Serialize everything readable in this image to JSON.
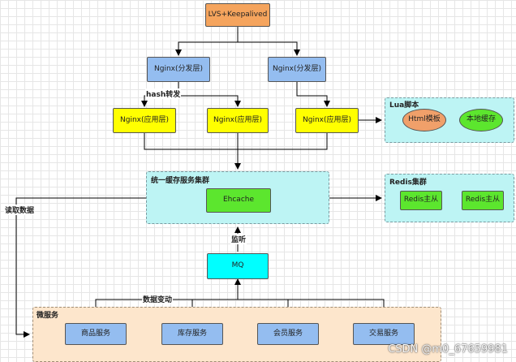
{
  "diagram": {
    "nodes": {
      "lvs": "LVS+Keepalived",
      "nginx_dist_1": "Nginx(分发层)",
      "nginx_dist_2": "Nginx(分发层)",
      "nginx_app_1": "Nginx(应用层)",
      "nginx_app_2": "Nginx(应用层)",
      "nginx_app_3": "Nginx(应用层)",
      "html_template": "Html模板",
      "local_cache": "本地缓存",
      "ehcache": "Ehcache",
      "redis_1": "Redis主从",
      "redis_2": "Redis主从",
      "mq": "MQ",
      "svc_product": "商品服务",
      "svc_inventory": "库存服务",
      "svc_member": "会员服务",
      "svc_trade": "交易服务"
    },
    "groups": {
      "lua": "Lua脚本",
      "cache_service": "统一缓存服务集群",
      "redis": "Redis集群",
      "microservices": "微服务"
    },
    "edges": {
      "hash": "hash转发",
      "listen": "监听",
      "read": "读取数据",
      "change": "数据变动"
    },
    "colors": {
      "orange": "#f5a45d",
      "blue": "#94bdf0",
      "yellow": "#ffff00",
      "cyan": "#00ffff",
      "green": "#5ce62e",
      "light_cyan": "#bdf4f4",
      "peach": "#fde6cc",
      "oval_orange": "#f0a06a"
    }
  },
  "watermark": "CSDN @m0_67659981"
}
